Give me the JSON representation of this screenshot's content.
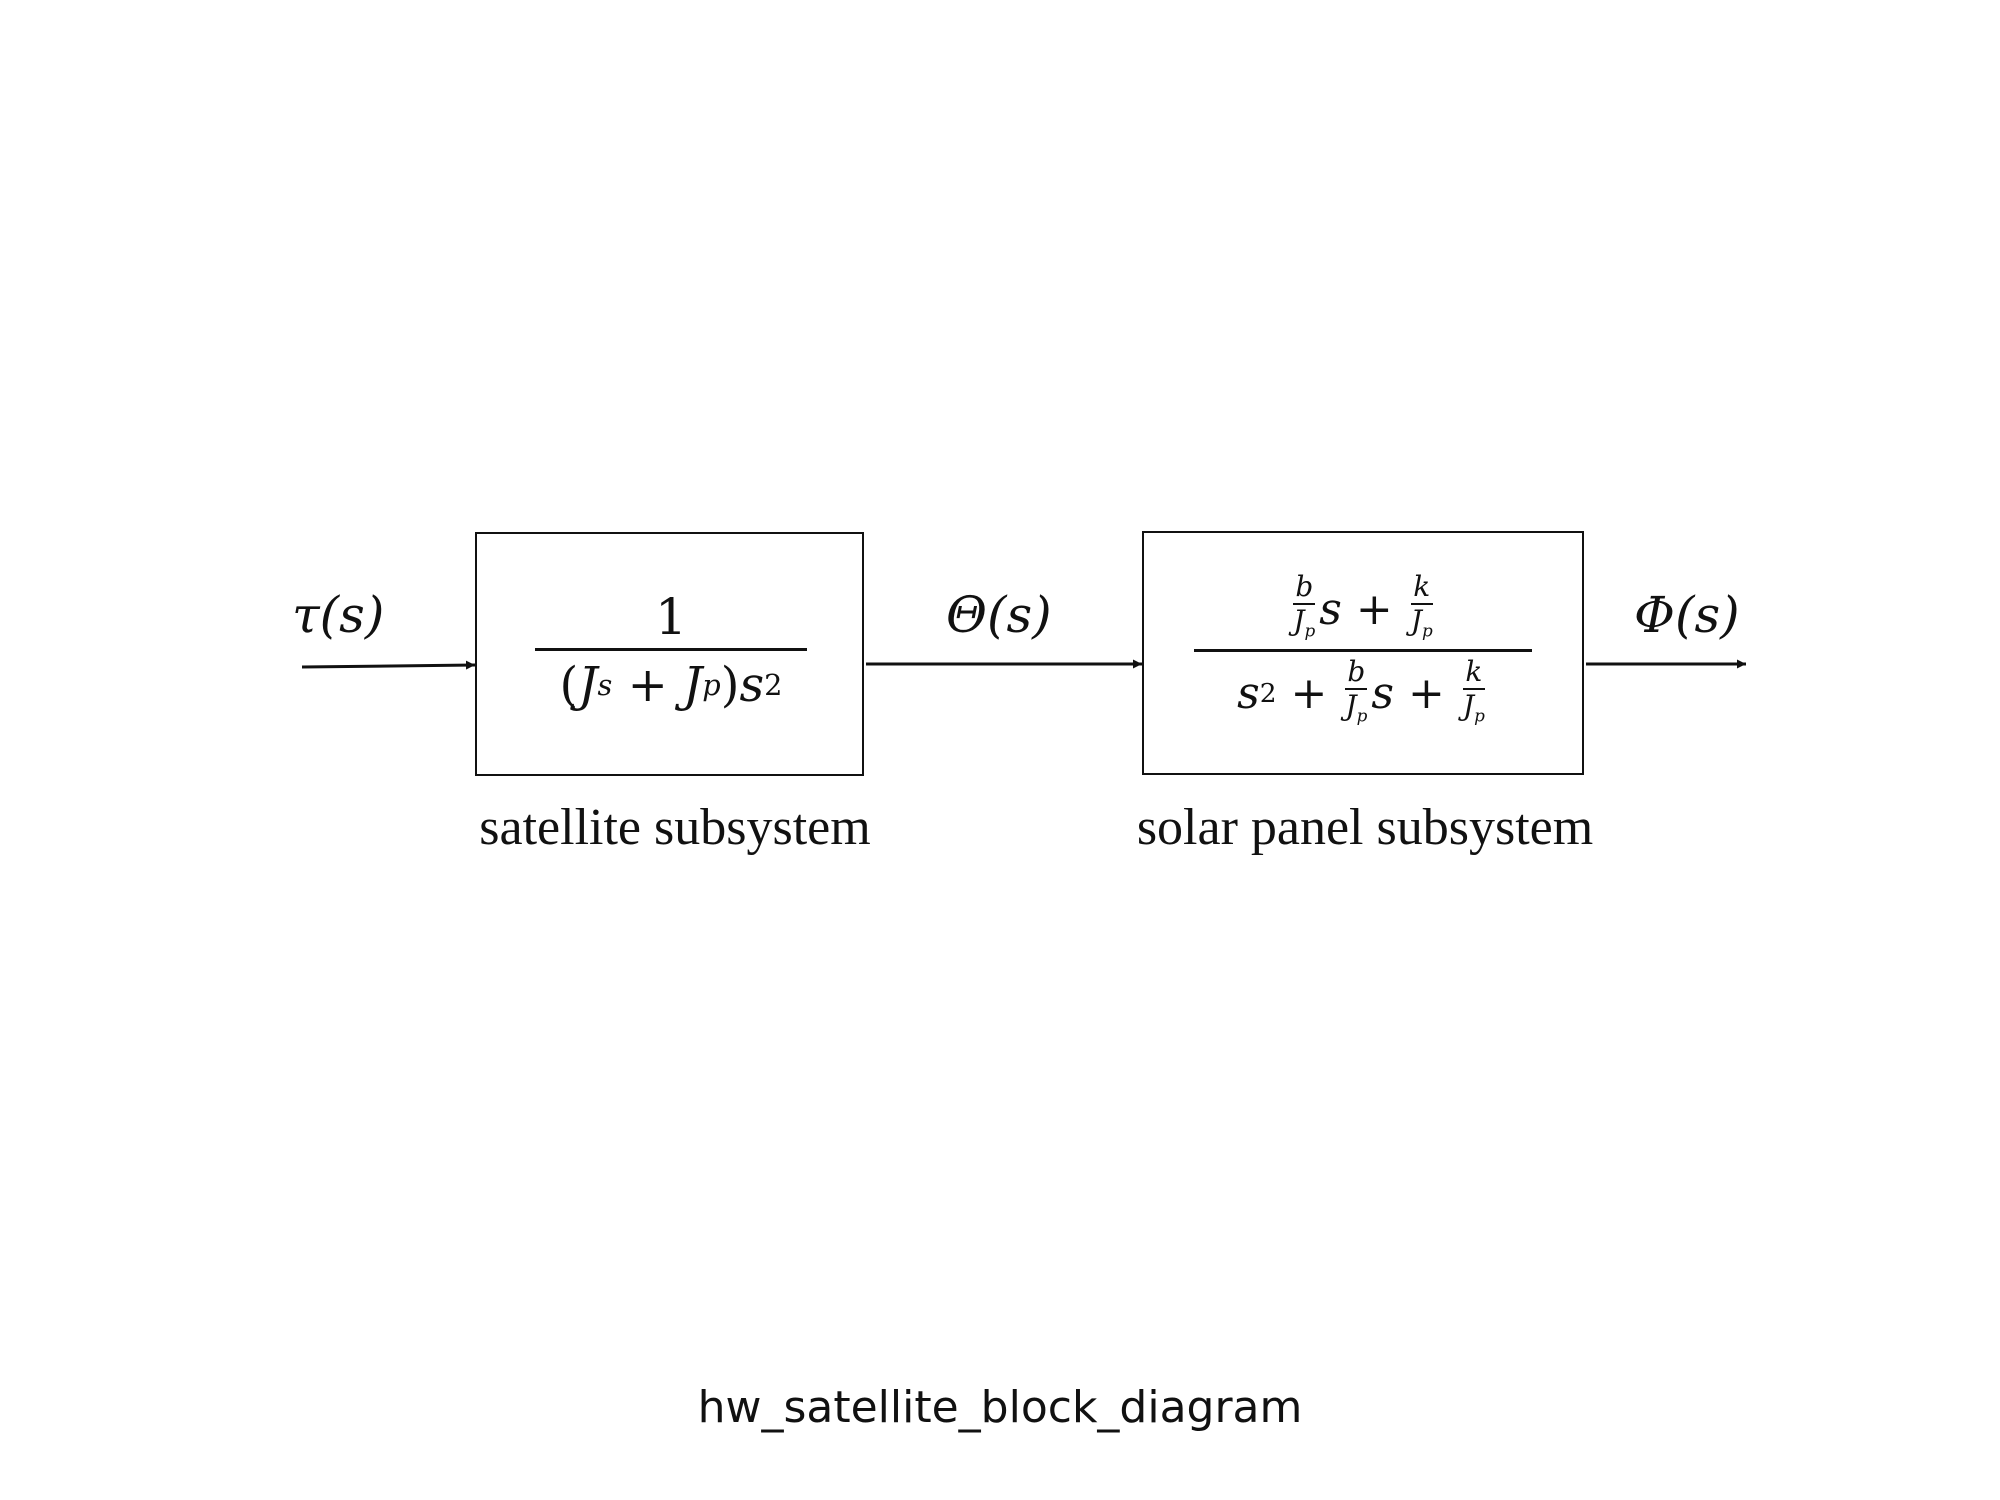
{
  "signals": {
    "input": "τ(s)",
    "middle": "Θ(s)",
    "output": "Φ(s)"
  },
  "blocks": {
    "satellite": {
      "numerator": "1",
      "denominator": "(Js + Jp)s²",
      "caption": "satellite subsystem"
    },
    "solar_panel": {
      "numerator": "b/Jp s + k/Jp",
      "denominator": "s² + b/Jp s + k/Jp",
      "caption": "solar panel subsystem"
    }
  },
  "filename": "hw_satellite_block_diagram"
}
